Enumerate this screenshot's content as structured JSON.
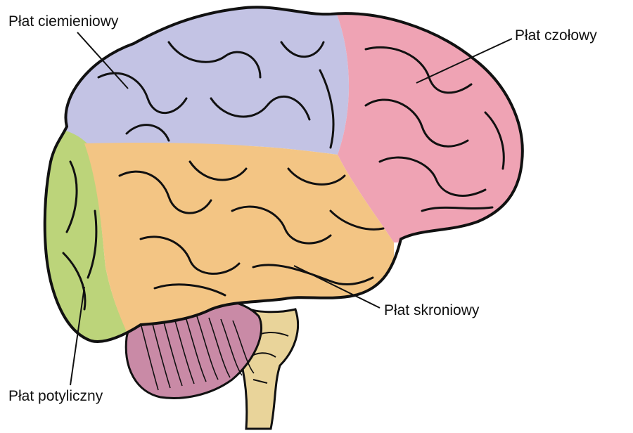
{
  "labels": {
    "parietal": "Płat ciemieniowy",
    "frontal": "Płat czołowy",
    "temporal": "Płat skroniowy",
    "occipital": "Płat potyliczny"
  },
  "colors": {
    "parietal": "#c3c3e4",
    "frontal": "#efa3b4",
    "temporal": "#f3c584",
    "occipital": "#bcd47a",
    "cerebellum": "#c98aa6",
    "brainstem": "#e9d49a",
    "outline": "#111111"
  }
}
